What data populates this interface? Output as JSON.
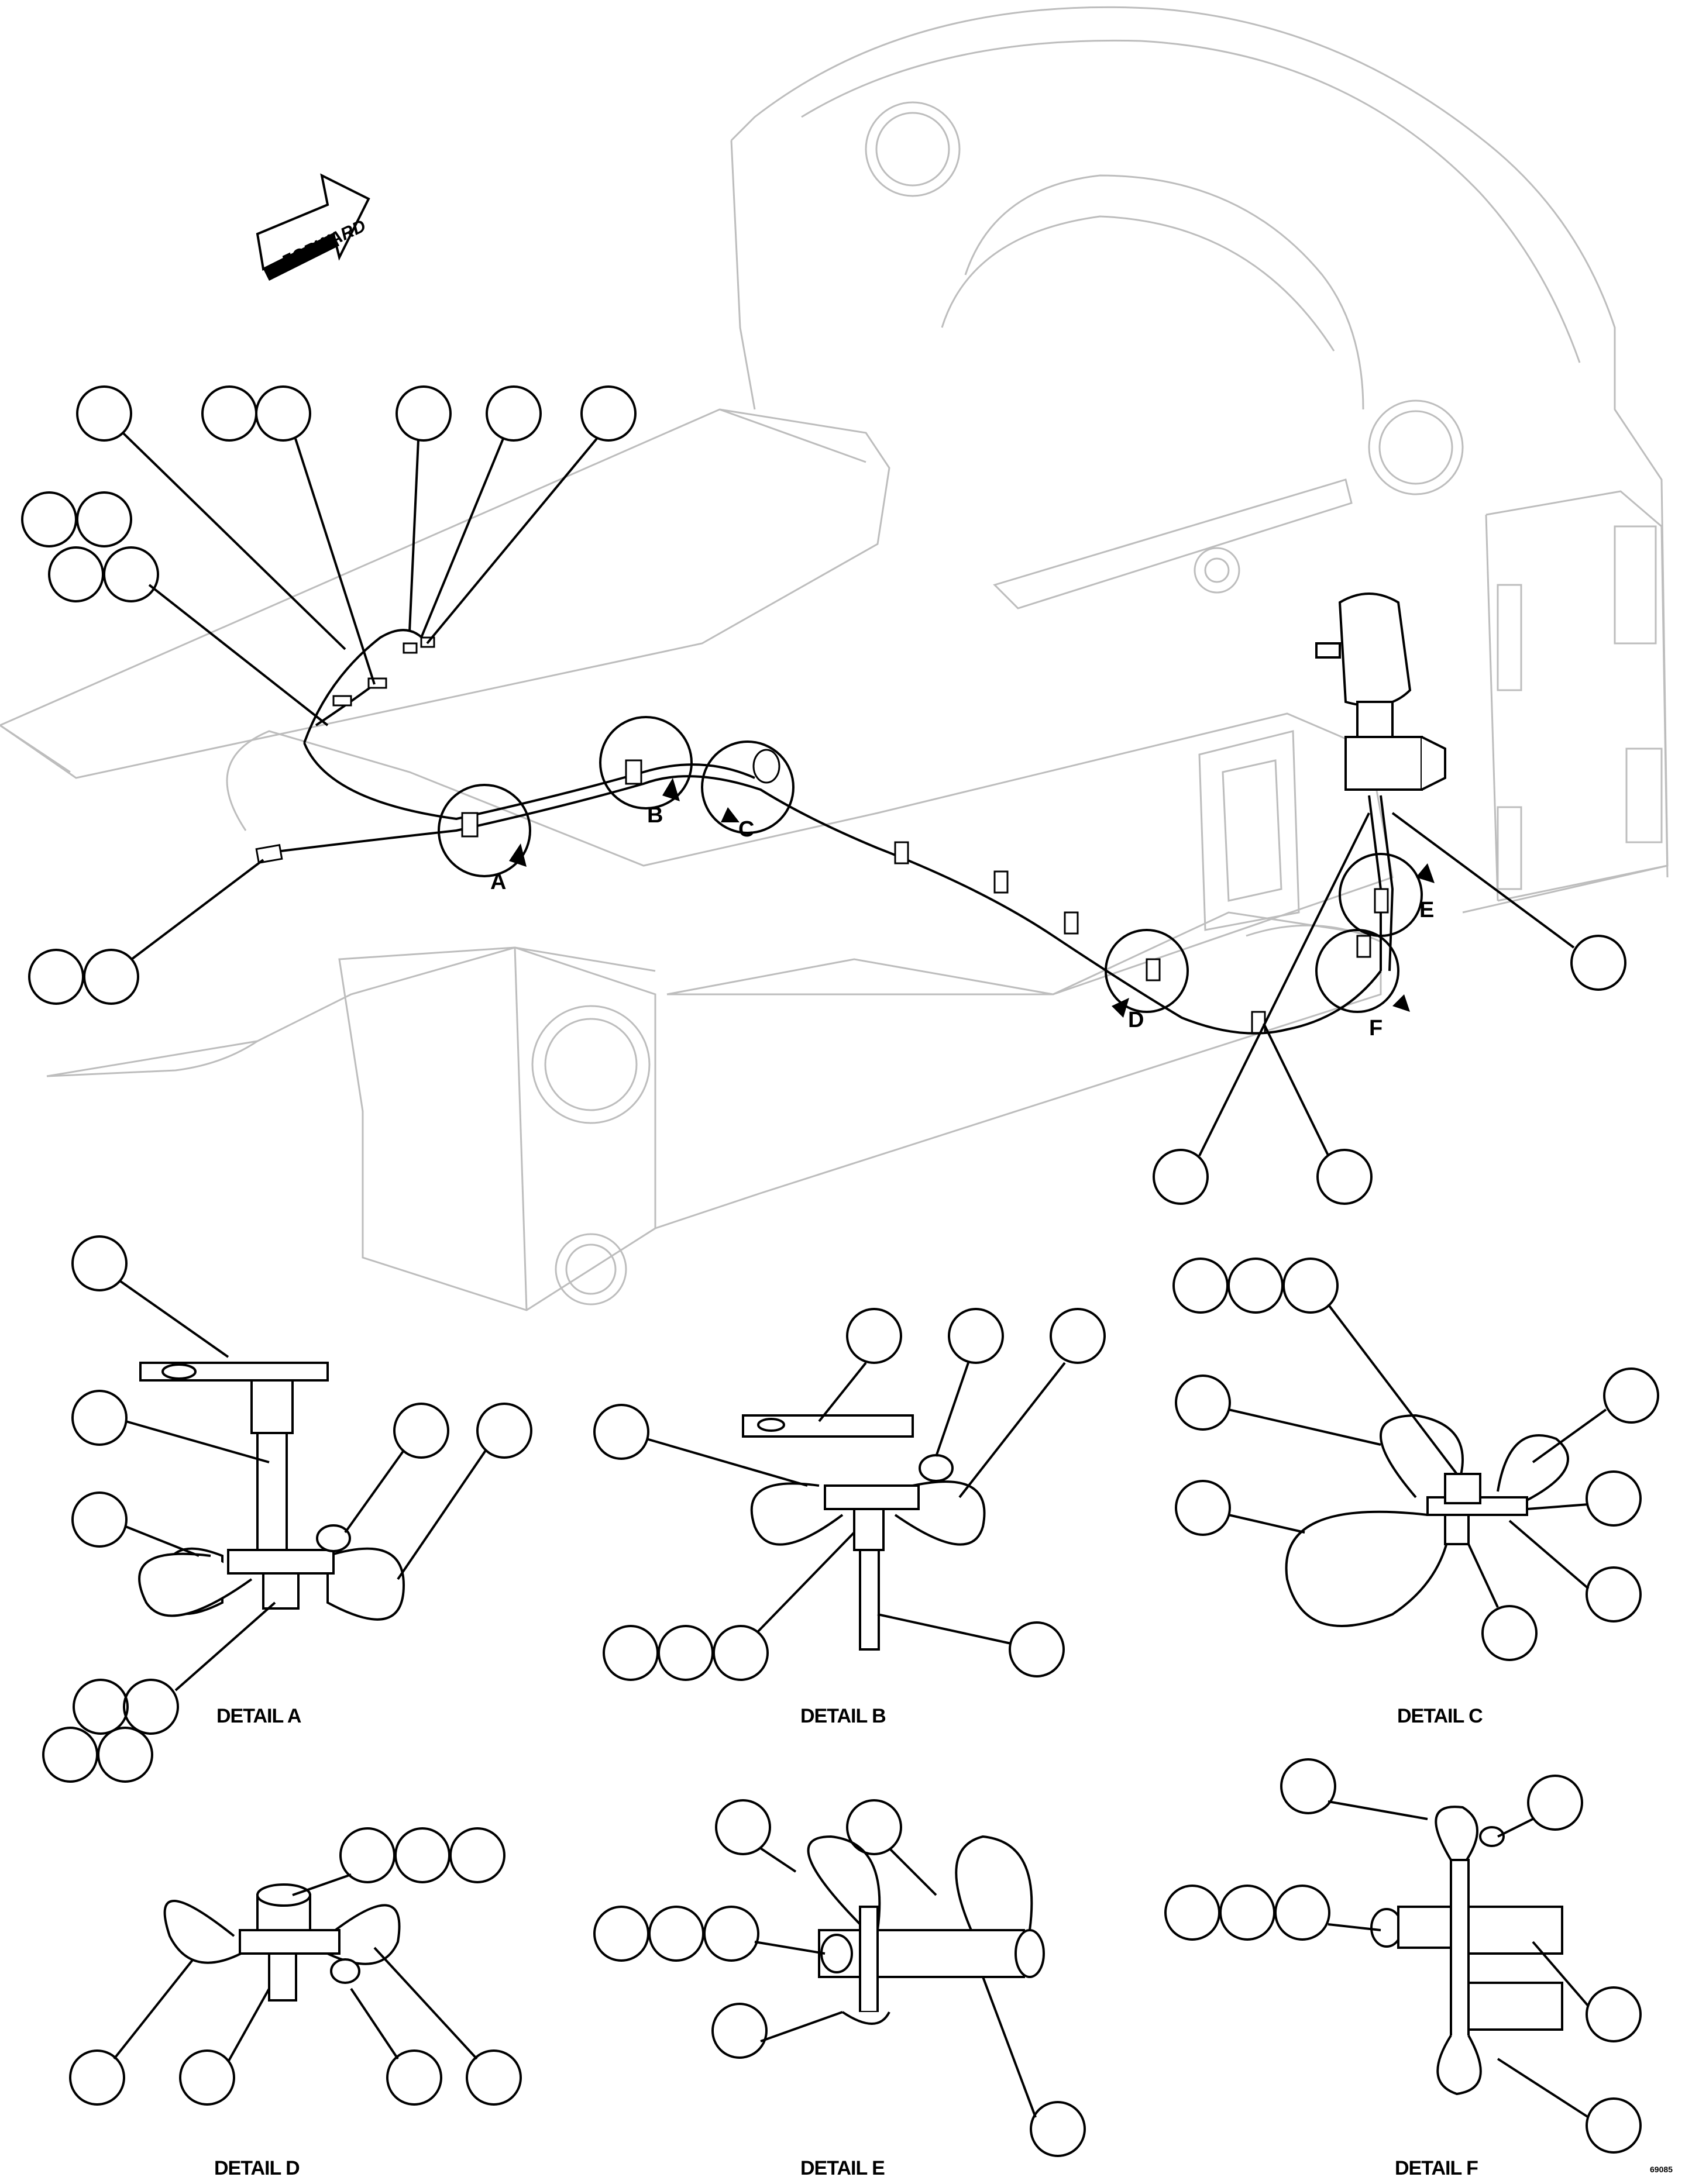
{
  "forward_label": "FORWARD",
  "detail_letters": [
    "A",
    "B",
    "C",
    "D",
    "E",
    "F"
  ],
  "detail_titles": {
    "a": "DETAIL A",
    "b": "DETAIL B",
    "c": "DETAIL C",
    "d": "DETAIL D",
    "e": "DETAIL E",
    "f": "DETAIL F"
  },
  "figure_id": "69085"
}
